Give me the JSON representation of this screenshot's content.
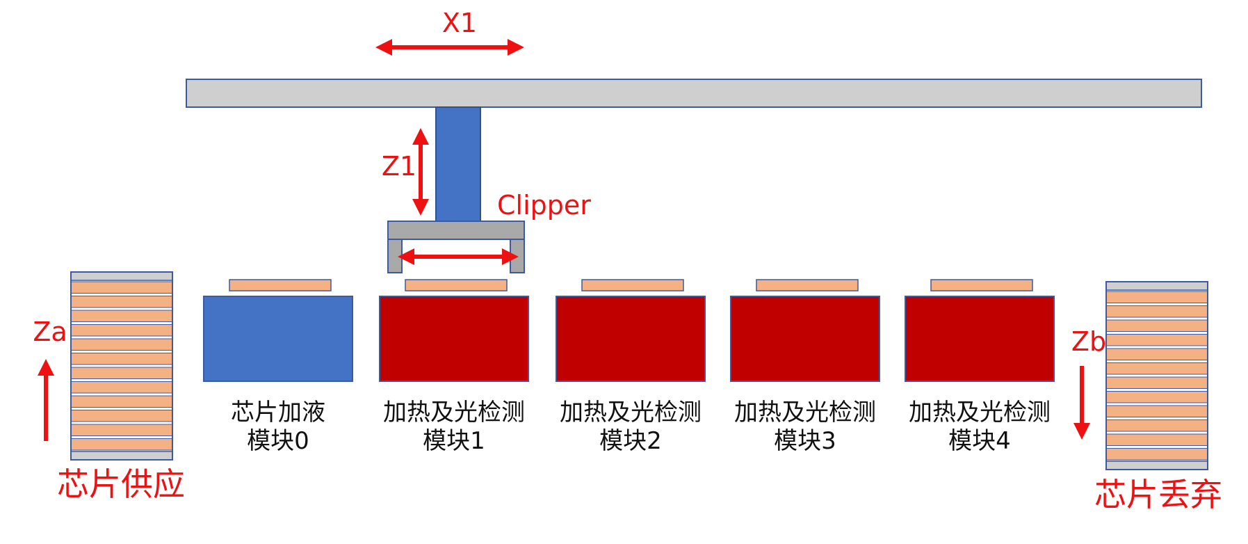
{
  "colors": {
    "rail": "#d0cfcf",
    "rail_border": "#3b5aa3",
    "arm": "#4472c4",
    "gripper": "#aaa9a9",
    "chip": "#f4b183",
    "module_blue": "#4472c4",
    "module_red": "#c00000",
    "stack_end": "#d0cfcf",
    "arrow": "#ee1111",
    "label_red": "#ee1111",
    "label_black": "#111111"
  },
  "axes": {
    "x1": "X1",
    "z1": "Z1",
    "za": "Za",
    "zb": "Zb"
  },
  "clipper_label": "Clipper",
  "supply_label": "芯片供应",
  "discard_label": "芯片丢弃",
  "modules": [
    {
      "line1": "芯片加液",
      "line2": "模块0",
      "color": "blue"
    },
    {
      "line1": "加热及光检测",
      "line2": "模块1",
      "color": "red"
    },
    {
      "line1": "加热及光检测",
      "line2": "模块2",
      "color": "red"
    },
    {
      "line1": "加热及光检测",
      "line2": "模块3",
      "color": "red"
    },
    {
      "line1": "加热及光检测",
      "line2": "模块4",
      "color": "red"
    }
  ]
}
